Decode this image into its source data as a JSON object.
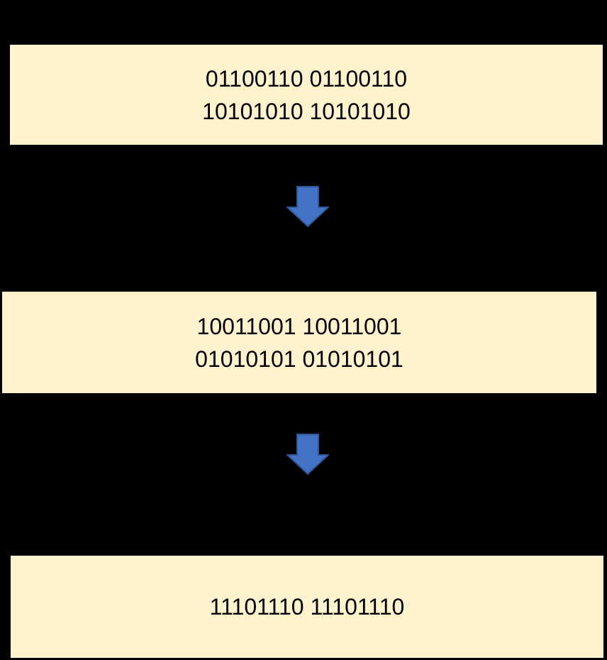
{
  "diagram": {
    "colors": {
      "background": "#000000",
      "box_fill": "#FFF2CC",
      "text": "#000000",
      "arrow_fill": "#4472C4",
      "arrow_outline": "#2F5597"
    },
    "boxes": [
      {
        "lines": [
          "01100110 01100110",
          "10101010 10101010"
        ]
      },
      {
        "lines": [
          "10011001 10011001",
          "01010101 01010101"
        ]
      },
      {
        "lines": [
          "11101110 11101110"
        ]
      }
    ],
    "arrows": [
      {
        "icon": "down-arrow-icon"
      },
      {
        "icon": "down-arrow-icon"
      }
    ]
  }
}
